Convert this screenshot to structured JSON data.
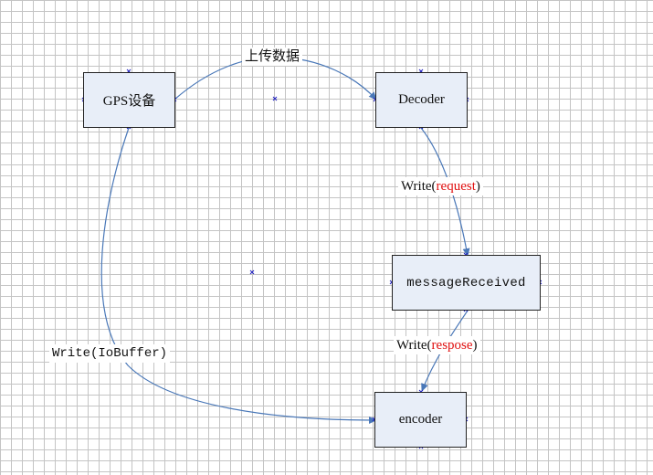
{
  "nodes": {
    "gps": "GPS设备",
    "decoder": "Decoder",
    "message_received": "messageReceived",
    "encoder": "encoder"
  },
  "edges": {
    "upload": "上传数据",
    "write_request": {
      "prefix": "Write(",
      "highlight": "request",
      "suffix": ")"
    },
    "write_response": {
      "prefix": "Write(",
      "highlight": "respose",
      "suffix": ")"
    },
    "write_iobuffer": "Write(IoBuffer)"
  },
  "colors": {
    "connector": "#4a78b8",
    "node_fill": "#e8eef8",
    "handle": "#2020c0",
    "highlight_text": "#e01010"
  }
}
